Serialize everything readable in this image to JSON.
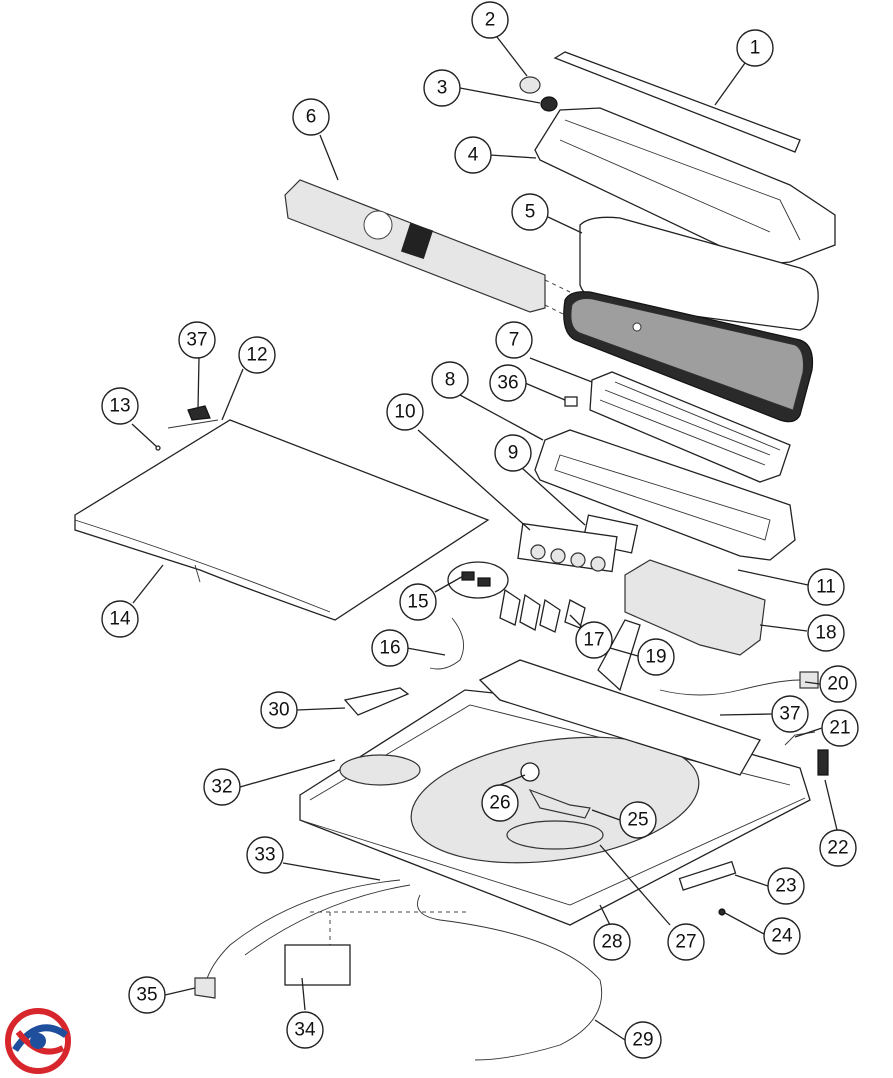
{
  "callouts": [
    {
      "num": "1"
    },
    {
      "num": "2"
    },
    {
      "num": "3"
    },
    {
      "num": "4"
    },
    {
      "num": "5"
    },
    {
      "num": "6"
    },
    {
      "num": "7"
    },
    {
      "num": "8"
    },
    {
      "num": "9"
    },
    {
      "num": "10"
    },
    {
      "num": "11"
    },
    {
      "num": "12"
    },
    {
      "num": "13"
    },
    {
      "num": "14"
    },
    {
      "num": "15"
    },
    {
      "num": "16"
    },
    {
      "num": "17"
    },
    {
      "num": "18"
    },
    {
      "num": "19"
    },
    {
      "num": "20"
    },
    {
      "num": "21"
    },
    {
      "num": "22"
    },
    {
      "num": "23"
    },
    {
      "num": "24"
    },
    {
      "num": "25"
    },
    {
      "num": "26"
    },
    {
      "num": "27"
    },
    {
      "num": "28"
    },
    {
      "num": "29"
    },
    {
      "num": "30"
    },
    {
      "num": "32"
    },
    {
      "num": "33"
    },
    {
      "num": "34"
    },
    {
      "num": "35"
    },
    {
      "num": "36"
    },
    {
      "num": "37"
    },
    {
      "num": "37"
    }
  ],
  "colors": {
    "logo_red": "#d7262c",
    "logo_blue": "#1f4e9c",
    "line": "#222222",
    "panel_grey": "#c9c9c9"
  },
  "icons": [
    "company-logo-icon"
  ]
}
